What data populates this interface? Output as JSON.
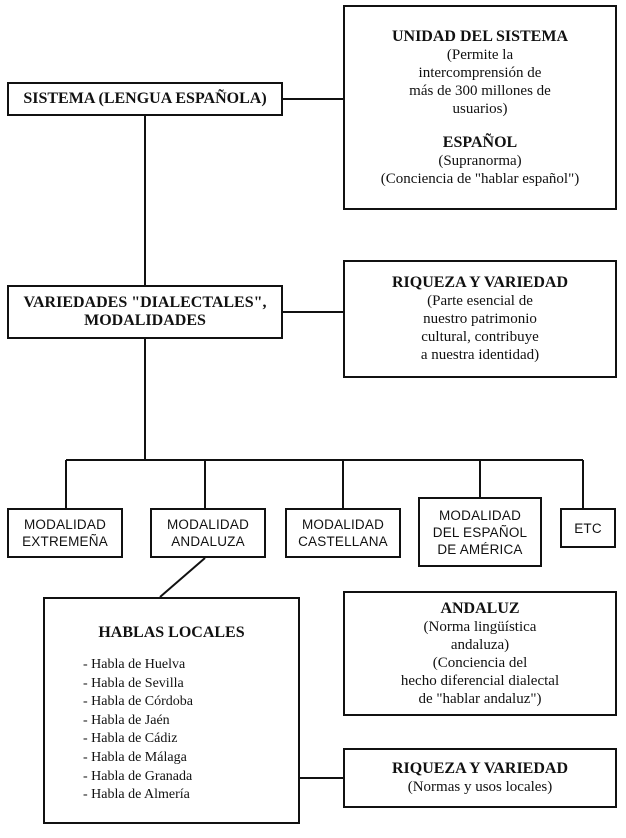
{
  "sistema": {
    "label": "SISTEMA (LENGUA ESPAÑOLA)"
  },
  "unidad": {
    "title": "UNIDAD DEL SISTEMA",
    "lines": [
      "(Permite la",
      "intercomprensión de",
      "más de 300 millones de",
      "usuarios)"
    ],
    "title2": "ESPAÑOL",
    "lines2": [
      "(Supranorma)",
      "(Conciencia de \"hablar español\")"
    ]
  },
  "variedades": {
    "line1": "VARIEDADES \"DIALECTALES\",",
    "line2": "MODALIDADES"
  },
  "riqueza1": {
    "title": "RIQUEZA Y VARIEDAD",
    "lines": [
      "(Parte esencial de",
      "nuestro patrimonio",
      "cultural, contribuye",
      "a nuestra identidad)"
    ]
  },
  "modalidades": [
    {
      "lines": [
        "MODALIDAD",
        "EXTREMEÑA"
      ]
    },
    {
      "lines": [
        "MODALIDAD",
        "ANDALUZA"
      ]
    },
    {
      "lines": [
        "MODALIDAD",
        "CASTELLANA"
      ]
    },
    {
      "lines": [
        "MODALIDAD",
        "DEL ESPAÑOL",
        "DE AMÉRICA"
      ]
    },
    {
      "lines": [
        "ETC"
      ]
    }
  ],
  "hablas": {
    "title": "HABLAS LOCALES",
    "items": [
      "- Habla de Huelva",
      "- Habla de Sevilla",
      "- Habla de Córdoba",
      "- Habla de Jaén",
      "- Habla de Cádiz",
      "- Habla de Málaga",
      "- Habla de Granada",
      "- Habla de Almería"
    ]
  },
  "andaluz": {
    "title": "ANDALUZ",
    "lines": [
      "(Norma lingüística",
      "andaluza)",
      "(Conciencia del",
      "hecho diferencial dialectal",
      "de \"hablar andaluz\")"
    ]
  },
  "riqueza2": {
    "title": "RIQUEZA Y VARIEDAD",
    "lines": [
      "(Normas y usos locales)"
    ]
  }
}
